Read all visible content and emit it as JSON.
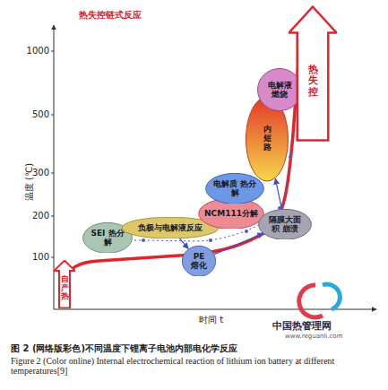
{
  "diagram": {
    "title": "热失控链式反应",
    "caption": "图 2 (网络版彩色)不同温度下锂离子电池内部电化学反应",
    "nodes": [
      {
        "text": [
          "自产热"
        ]
      },
      {
        "text": [
          "SEI 热分解"
        ]
      },
      {
        "text": [
          "负极与电解液反应"
        ]
      },
      {
        "text": [
          "PE 熔化"
        ]
      },
      {
        "text": [
          "NCM111分解"
        ]
      },
      {
        "text": [
          "电解质 热分解"
        ]
      },
      {
        "text": [
          "隔膜大面积 崩溃"
        ]
      },
      {
        "text": [
          "内短路"
        ]
      },
      {
        "text": [
          "电解液 燃烧"
        ]
      },
      {
        "text": [
          "热失控"
        ]
      }
    ],
    "edges": [
      {
        "from": 2,
        "to": 3,
        "arrow": "to"
      },
      {
        "from": 3,
        "to": 6,
        "arrow": "to"
      },
      {
        "from": 4,
        "to": 5,
        "arrow": "to"
      },
      {
        "from": 6,
        "to": 7,
        "arrow": "to"
      }
    ],
    "labels": [
      "温度 (℃)",
      "1000",
      "500",
      "300",
      "200",
      "100",
      "时间 t",
      "Figure 2 (Color online) Internal electrochemical reaction of lithium ion battery at different temperatures[9]",
      "中国热管理网",
      "www.reguanli.com"
    ]
  }
}
